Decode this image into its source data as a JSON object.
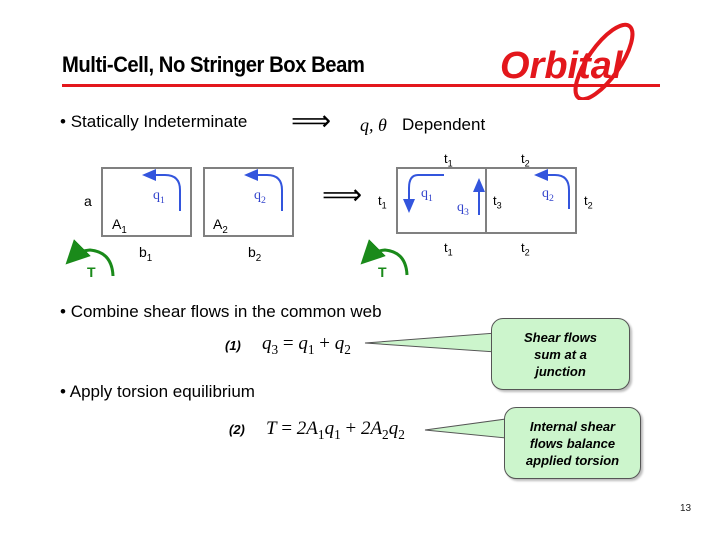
{
  "header": {
    "title": "Multi-Cell, No Stringer Box Beam",
    "logo_text": "Orbital",
    "accent_color": "#e3171c"
  },
  "bullets": [
    {
      "text": "Statically Indeterminate",
      "arrow": "⟹",
      "math": "q, θ",
      "suffix": "Dependent"
    },
    {
      "text": "Combine shear flows in the common web"
    },
    {
      "text": "Apply torsion equilibrium"
    }
  ],
  "diagram_left": {
    "height_label": "a",
    "cell1": {
      "area": "A",
      "area_sub": "1",
      "width": "b",
      "width_sub": "1",
      "flow": "q",
      "flow_sub": "1"
    },
    "cell2": {
      "area": "A",
      "area_sub": "2",
      "width": "b",
      "width_sub": "2",
      "flow": "q",
      "flow_sub": "2"
    },
    "torque": "T"
  },
  "diagram_arrow": "⟹",
  "diagram_right": {
    "top_left": {
      "t": "t",
      "sub": "1"
    },
    "top_right": {
      "t": "t",
      "sub": "2"
    },
    "left": {
      "t": "t",
      "sub": "1"
    },
    "middle": {
      "t": "t",
      "sub": "3"
    },
    "right": {
      "t": "t",
      "sub": "2"
    },
    "bottom_left": {
      "t": "t",
      "sub": "1"
    },
    "bottom_right": {
      "t": "t",
      "sub": "2"
    },
    "q1": {
      "q": "q",
      "sub": "1"
    },
    "q2": {
      "q": "q",
      "sub": "2"
    },
    "q3": {
      "q": "q",
      "sub": "3"
    },
    "torque": "T"
  },
  "equations": [
    {
      "number": "(1)",
      "lhs": "q",
      "lhs_sub": "3",
      "eq": " = ",
      "t1": "q",
      "t1_sub": "1",
      "plus": " + ",
      "t2": "q",
      "t2_sub": "2"
    },
    {
      "number": "(2)",
      "lhs": "T",
      "eq": " = ",
      "t1a": "2A",
      "t1a_sub": "1",
      "t1b": "q",
      "t1b_sub": "1",
      "plus": " + ",
      "t2a": "2A",
      "t2a_sub": "2",
      "t2b": "q",
      "t2b_sub": "2"
    }
  ],
  "callouts": [
    {
      "lines": [
        "Shear flows",
        "sum at a",
        "junction"
      ],
      "fill": "#ccf5cc"
    },
    {
      "lines": [
        "Internal shear",
        "flows balance",
        "applied torsion"
      ],
      "fill": "#ccf5cc"
    }
  ],
  "footer": {
    "page_number": "13"
  }
}
